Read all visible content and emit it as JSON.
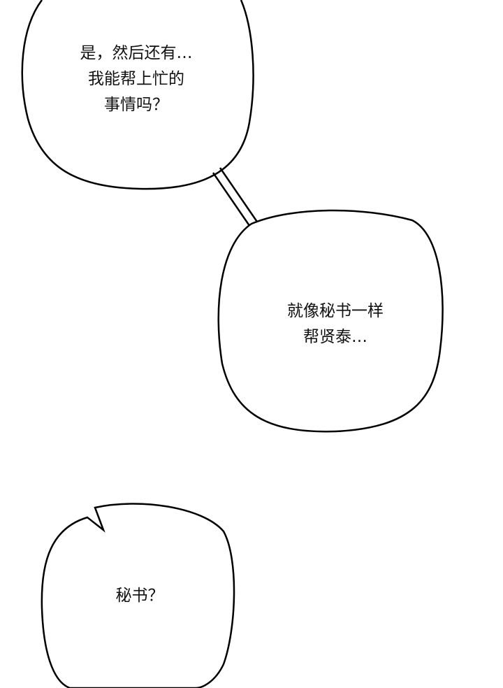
{
  "bubbles": [
    {
      "lines": "是，然后还有…\n我能帮上忙的\n事情吗？"
    },
    {
      "lines": "就像秘书一样\n帮贤泰…"
    },
    {
      "lines": "秘书？"
    }
  ]
}
